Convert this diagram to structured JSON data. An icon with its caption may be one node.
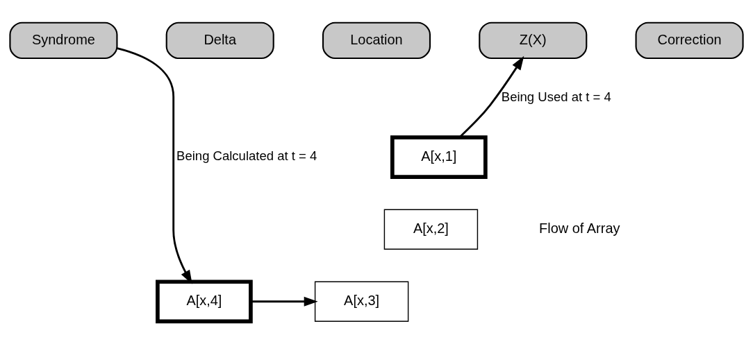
{
  "diagram": {
    "nodes": [
      {
        "text": [
          "Syndrome"
        ]
      },
      {
        "text": [
          "Delta"
        ]
      },
      {
        "text": [
          "Location"
        ]
      },
      {
        "text": [
          "Z(X)"
        ]
      },
      {
        "text": [
          "Correction"
        ]
      },
      {
        "text": [
          "A[x,4]"
        ]
      },
      {
        "text": [
          "A[x,1]"
        ]
      },
      {
        "text": [
          "A[x,2]"
        ]
      },
      {
        "text": [
          "A[x,3]"
        ]
      }
    ],
    "edges": [
      {
        "from": 0,
        "to": 5,
        "arrow": "to",
        "label": "Being Calculated at t = 4"
      },
      {
        "from": 5,
        "to": 8,
        "arrow": "to"
      },
      {
        "from": 6,
        "to": 3,
        "arrow": "to",
        "label": "Being Used at t = 4"
      }
    ],
    "labels": [
      "Flow of Array"
    ]
  }
}
